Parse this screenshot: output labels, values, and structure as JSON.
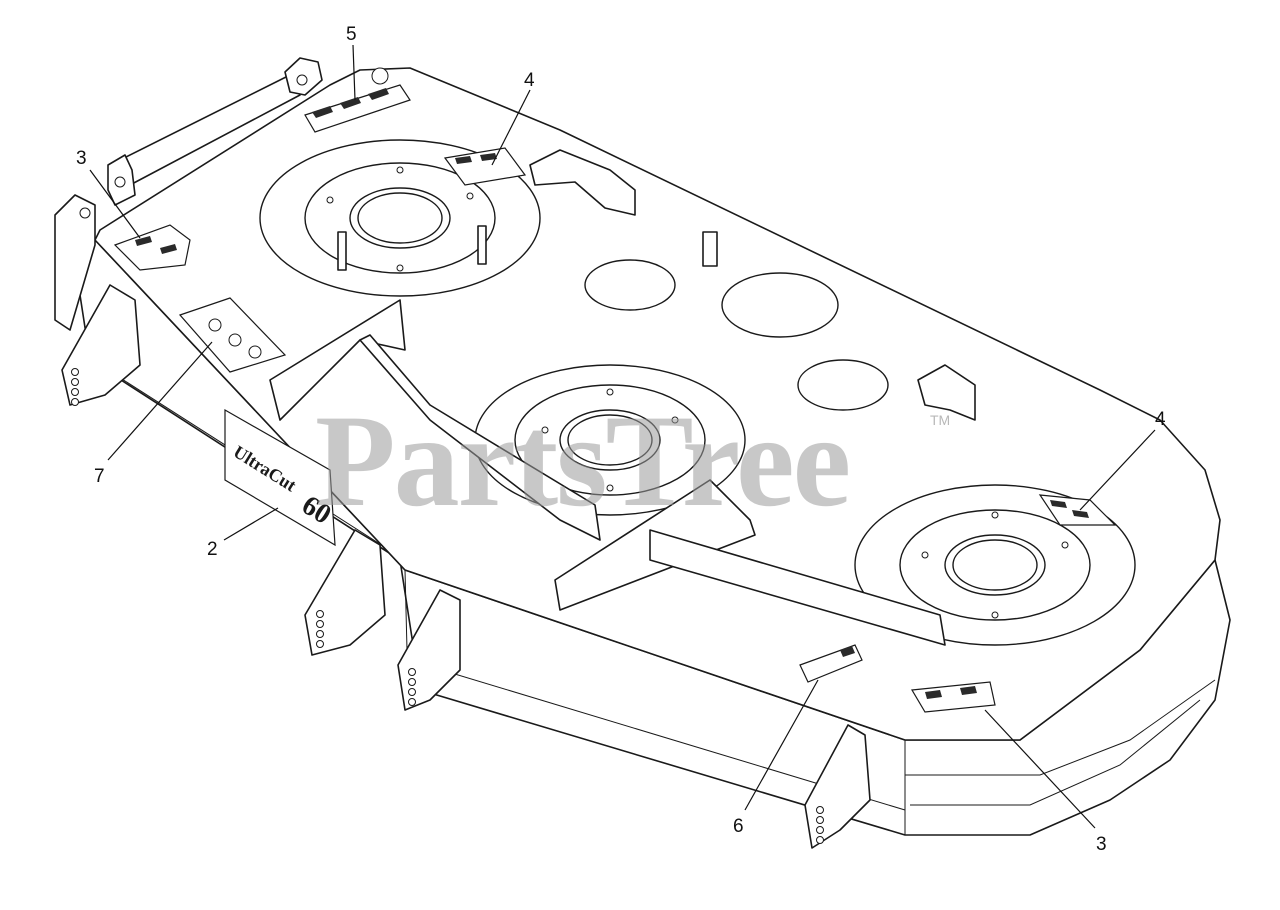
{
  "watermark": {
    "text": "PartsTree",
    "tm": "TM"
  },
  "deck_logo": {
    "brand": "UltraCut",
    "size": "60"
  },
  "callouts": [
    {
      "id": "c5",
      "label": "5"
    },
    {
      "id": "c4a",
      "label": "4"
    },
    {
      "id": "c3a",
      "label": "3"
    },
    {
      "id": "c7",
      "label": "7"
    },
    {
      "id": "c2",
      "label": "2"
    },
    {
      "id": "c4b",
      "label": "4"
    },
    {
      "id": "c6",
      "label": "6"
    },
    {
      "id": "c3b",
      "label": "3"
    }
  ],
  "colors": {
    "line": "#1a1a1a",
    "watermark": "#9a9a9a",
    "background": "#ffffff"
  }
}
